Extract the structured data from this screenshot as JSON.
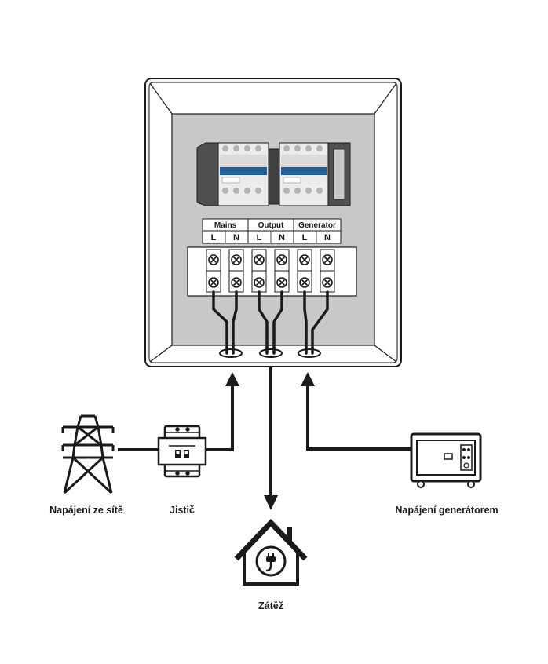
{
  "labels": {
    "mains_source": "Napájení ze sítě",
    "breaker": "Jistič",
    "generator_source": "Napájení generátorem",
    "load": "Zátěž"
  },
  "terminal_headers": {
    "mains": "Mains",
    "output": "Output",
    "generator": "Generator"
  },
  "terminal_poles": [
    "L",
    "N",
    "L",
    "N",
    "L",
    "N"
  ],
  "colors": {
    "line": "#1a1a1a",
    "panel_gray": "#c8c8c8",
    "breaker_blue": "#1f5f9e"
  }
}
